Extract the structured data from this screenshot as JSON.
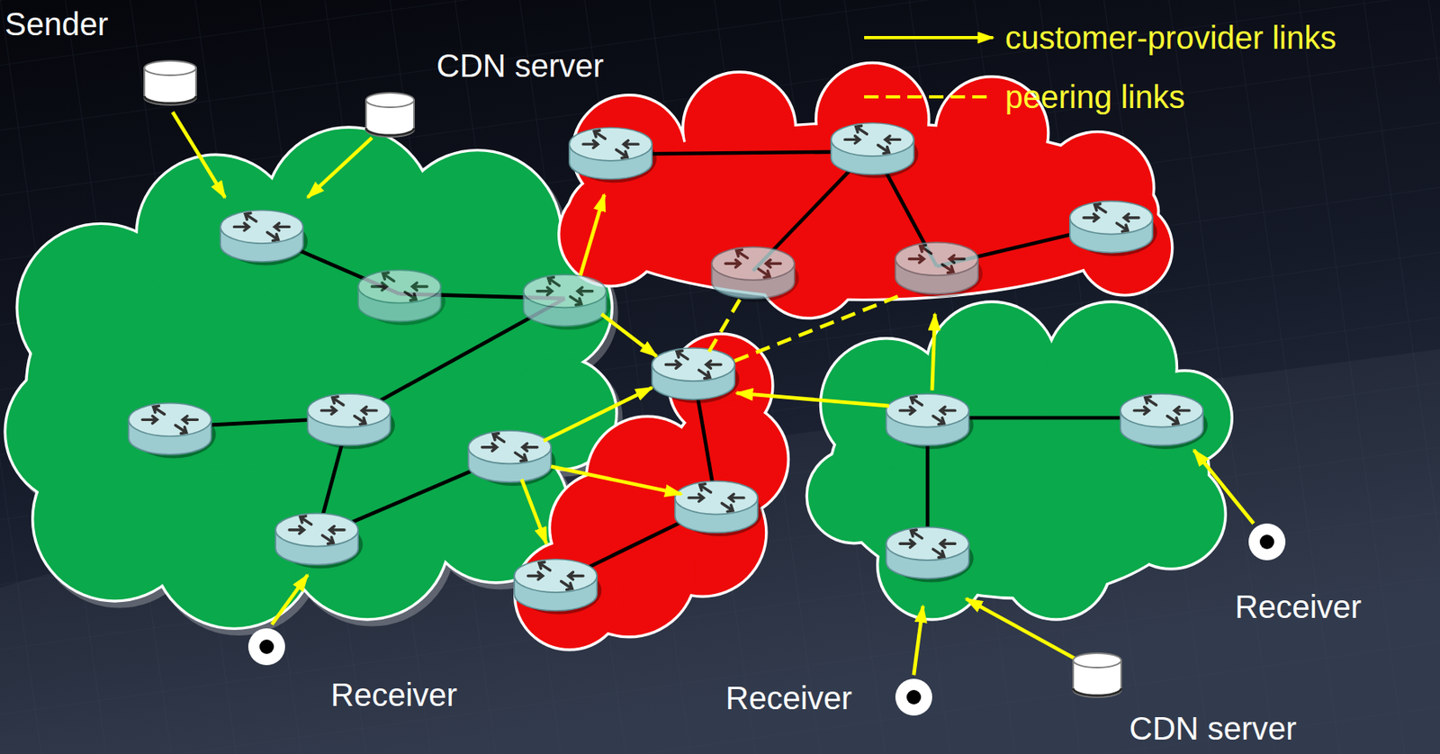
{
  "diagram": {
    "nodes": [
      {
        "text": [
          "Sender"
        ]
      },
      {
        "text": [
          "CDN server"
        ]
      },
      {
        "text": [
          "Receiver"
        ]
      },
      {
        "text": [
          "Receiver"
        ]
      },
      {
        "text": [
          "Receiver"
        ]
      },
      {
        "text": [
          "CDN server"
        ]
      }
    ],
    "legend": [
      {
        "text": "customer-provider links"
      },
      {
        "text": "peering links"
      }
    ]
  }
}
